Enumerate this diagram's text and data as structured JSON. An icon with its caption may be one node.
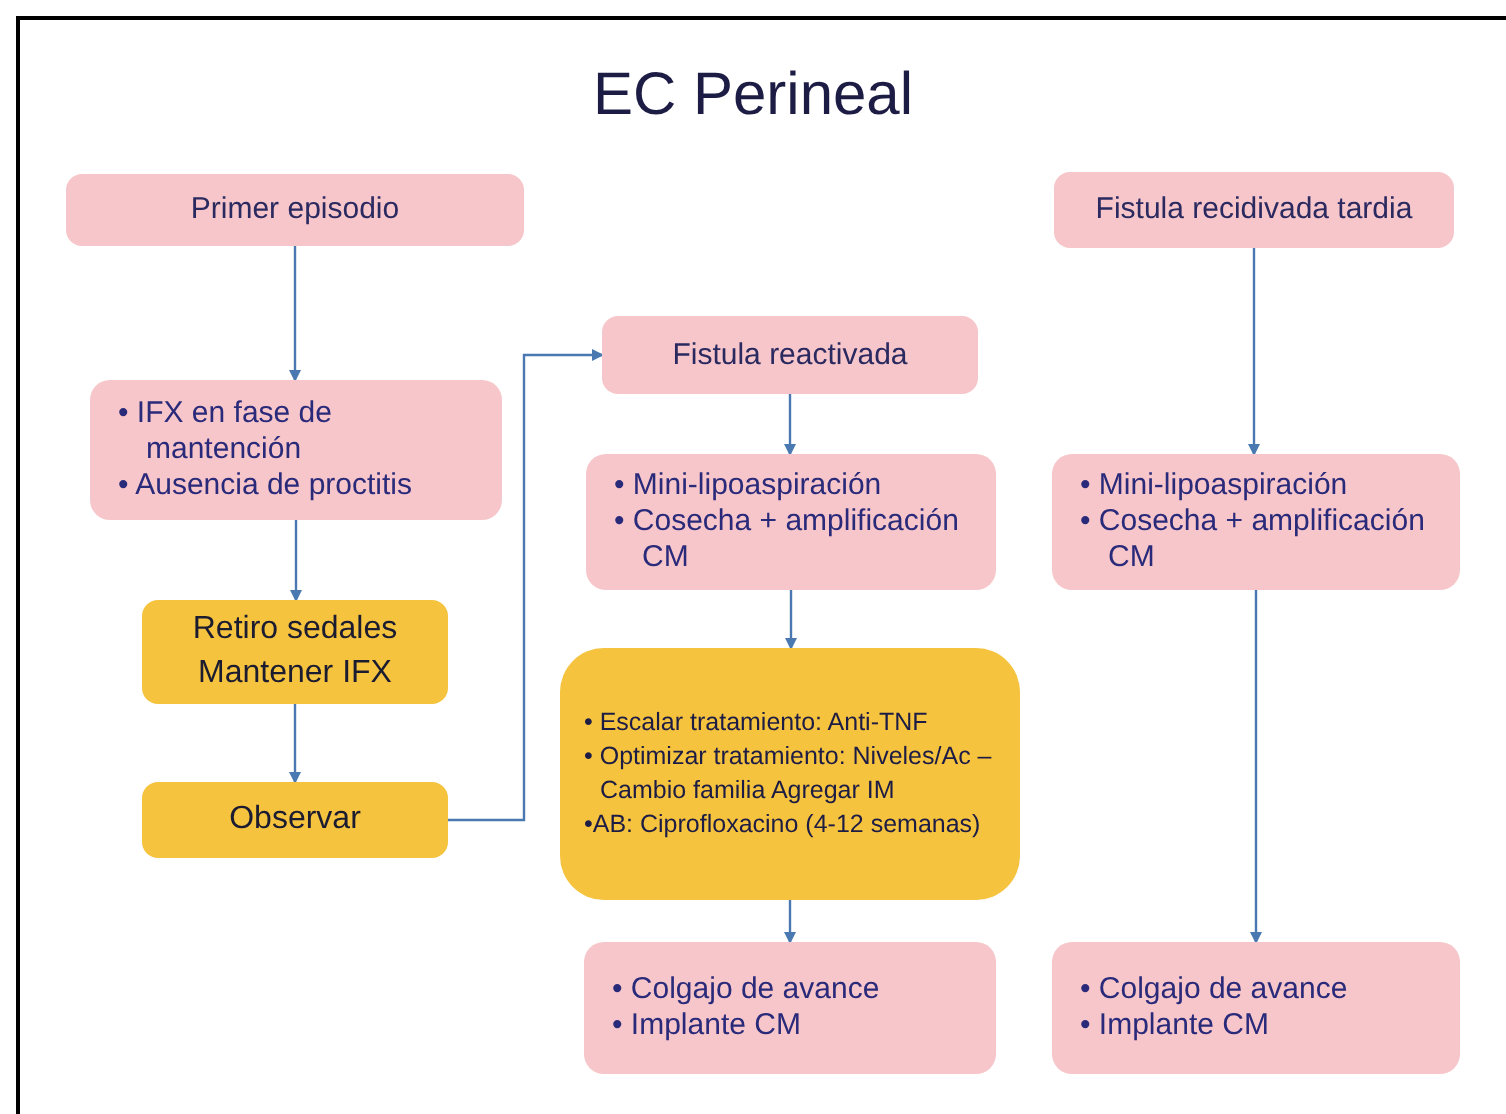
{
  "diagram": {
    "title": "EC Perineal",
    "nodes": [
      {
        "text": [
          "Primer episodio"
        ]
      },
      {
        "text": [
          "Fistula recidivada tardia"
        ]
      },
      {
        "text": [
          "Fistula reactivada"
        ]
      },
      {
        "text": [
          "• IFX en fase de mantención",
          "• Ausencia de proctitis"
        ]
      },
      {
        "text": [
          "• Mini-lipoaspiración",
          "• Cosecha + amplificación CM"
        ]
      },
      {
        "text": [
          "• Mini-lipoaspiración",
          "• Cosecha + amplificación CM"
        ]
      },
      {
        "text": [
          "Retiro sedales",
          "Mantener IFX"
        ]
      },
      {
        "text": [
          "• Escalar tratamiento: Anti-TNF",
          "• Optimizar tratamiento: Niveles/Ac – Cambio familia Agregar IM",
          "•AB: Ciprofloxacino (4-12 semanas)"
        ]
      },
      {
        "text": [
          "Observar"
        ]
      },
      {
        "text": [
          "• Colgajo de avance",
          "• Implante CM"
        ]
      },
      {
        "text": [
          "• Colgajo de avance",
          "• Implante CM"
        ]
      }
    ],
    "edges": [
      {
        "from": 0,
        "to": 3,
        "arrow": "to"
      },
      {
        "from": 3,
        "to": 6,
        "arrow": "to"
      },
      {
        "from": 6,
        "to": 8,
        "arrow": "to"
      },
      {
        "from": 8,
        "to": 2,
        "arrow": "to"
      },
      {
        "from": 2,
        "to": 4,
        "arrow": "to"
      },
      {
        "from": 4,
        "to": 7,
        "arrow": "to"
      },
      {
        "from": 7,
        "to": 9,
        "arrow": "to"
      },
      {
        "from": 1,
        "to": 5,
        "arrow": "to"
      },
      {
        "from": 5,
        "to": 10,
        "arrow": "to"
      }
    ]
  }
}
